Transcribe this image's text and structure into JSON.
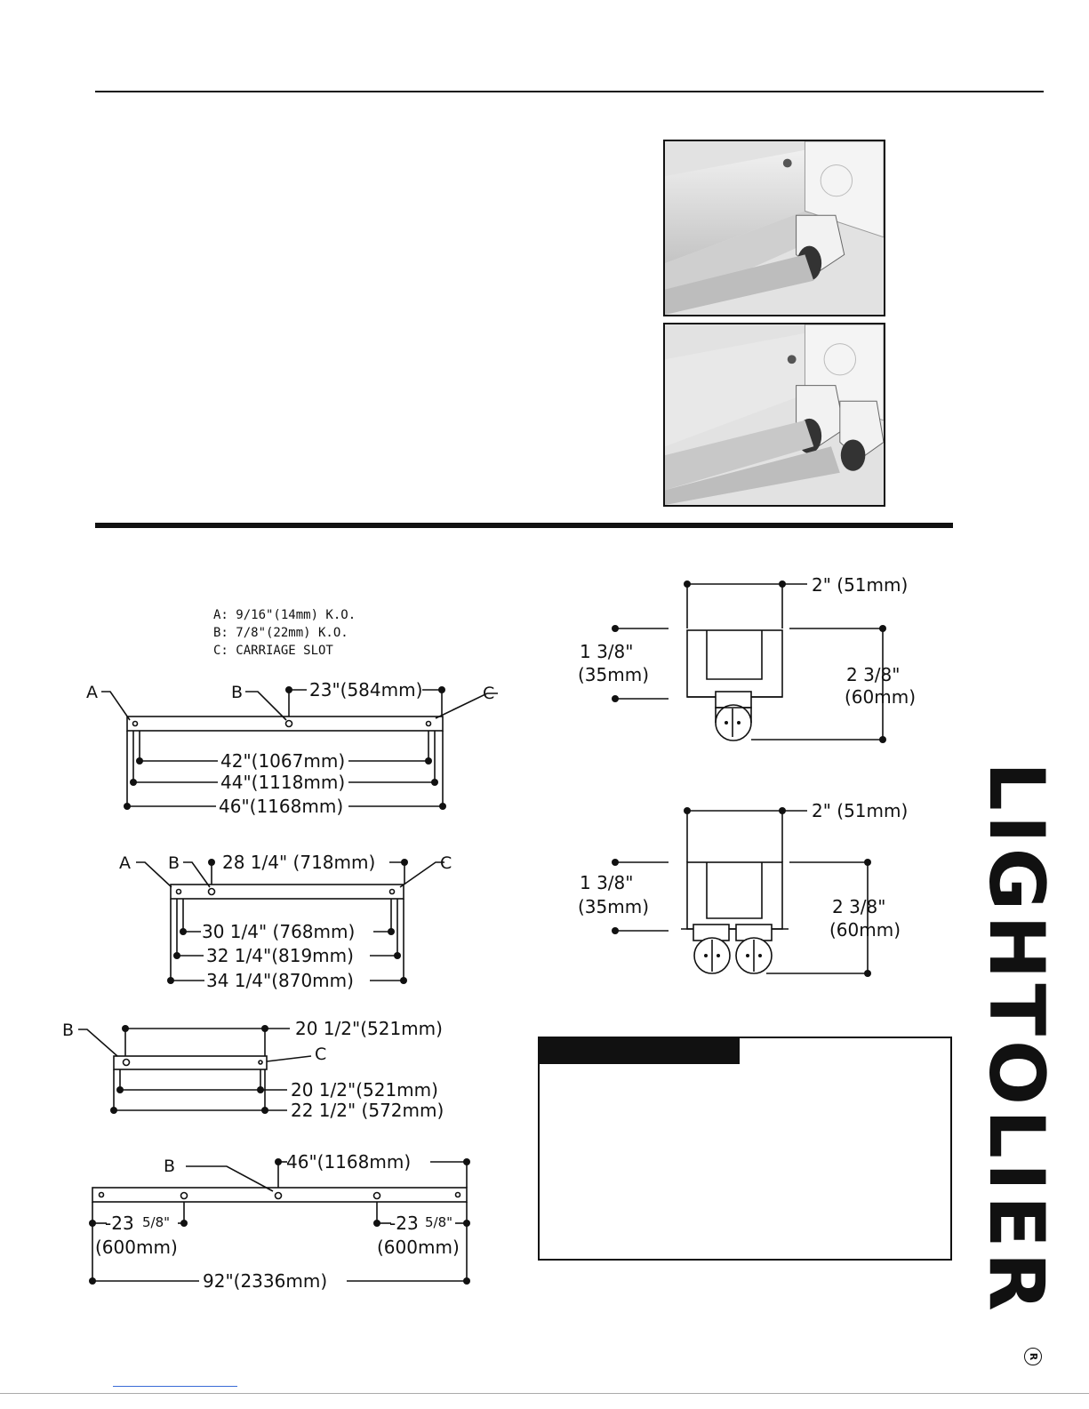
{
  "photos": [
    {
      "subject": "single-lamp fixture end with lampholder",
      "icon": "fixture-photo-single"
    },
    {
      "subject": "two-lamp fixture end with lampholders",
      "icon": "fixture-photo-double"
    }
  ],
  "knockout_legend": {
    "a": "A: 9/16\"(14mm) K.O.",
    "b": "B: 7/8\"(22mm) K.O.",
    "c": "C: CARRIAGE SLOT"
  },
  "channel_4ft": {
    "label_a": "A",
    "label_b": "B",
    "label_c": "C",
    "dim_center": "23\"(584mm)",
    "dim_inner": "42\"(1067mm)",
    "dim_mid": "44\"(1118mm)",
    "dim_overall": "46\"(1168mm)"
  },
  "channel_3ft": {
    "label_a": "A",
    "label_b": "B",
    "label_c": "C",
    "dim_center": "28 1/4\" (718mm)",
    "dim_inner": "30 1/4\" (768mm)",
    "dim_mid": "32 1/4\"(819mm)",
    "dim_overall": "34 1/4\"(870mm)"
  },
  "channel_2ft": {
    "label_b": "B",
    "label_c": "C",
    "dim_top": "20 1/2\"(521mm)",
    "dim_inner": "20 1/2\"(521mm)",
    "dim_overall": "22 1/2\" (572mm)"
  },
  "channel_8ft": {
    "label_b": "B",
    "dim_center": "46\"(1168mm)",
    "dim_left_num": "-23",
    "dim_left_frac": "5/8\"",
    "dim_left_mm": "(600mm)",
    "dim_right_num": "-23",
    "dim_right_frac": "5/8\"",
    "dim_right_mm": "(600mm)",
    "dim_overall": "92\"(2336mm)"
  },
  "section_one_lamp": {
    "width": "2\"  (51mm)",
    "left_in": "1  3/8\"",
    "left_mm": "(35mm)",
    "right_in": "2  3/8\"",
    "right_mm": "(60mm)"
  },
  "section_two_lamp": {
    "width": "2\"  (51mm)",
    "left_in": "1  3/8\"",
    "left_mm": "(35mm)",
    "right_in": "2  3/8\"",
    "right_mm": "(60mm)"
  },
  "brand": {
    "name": "LIGHTOLIER",
    "registered": "R"
  }
}
